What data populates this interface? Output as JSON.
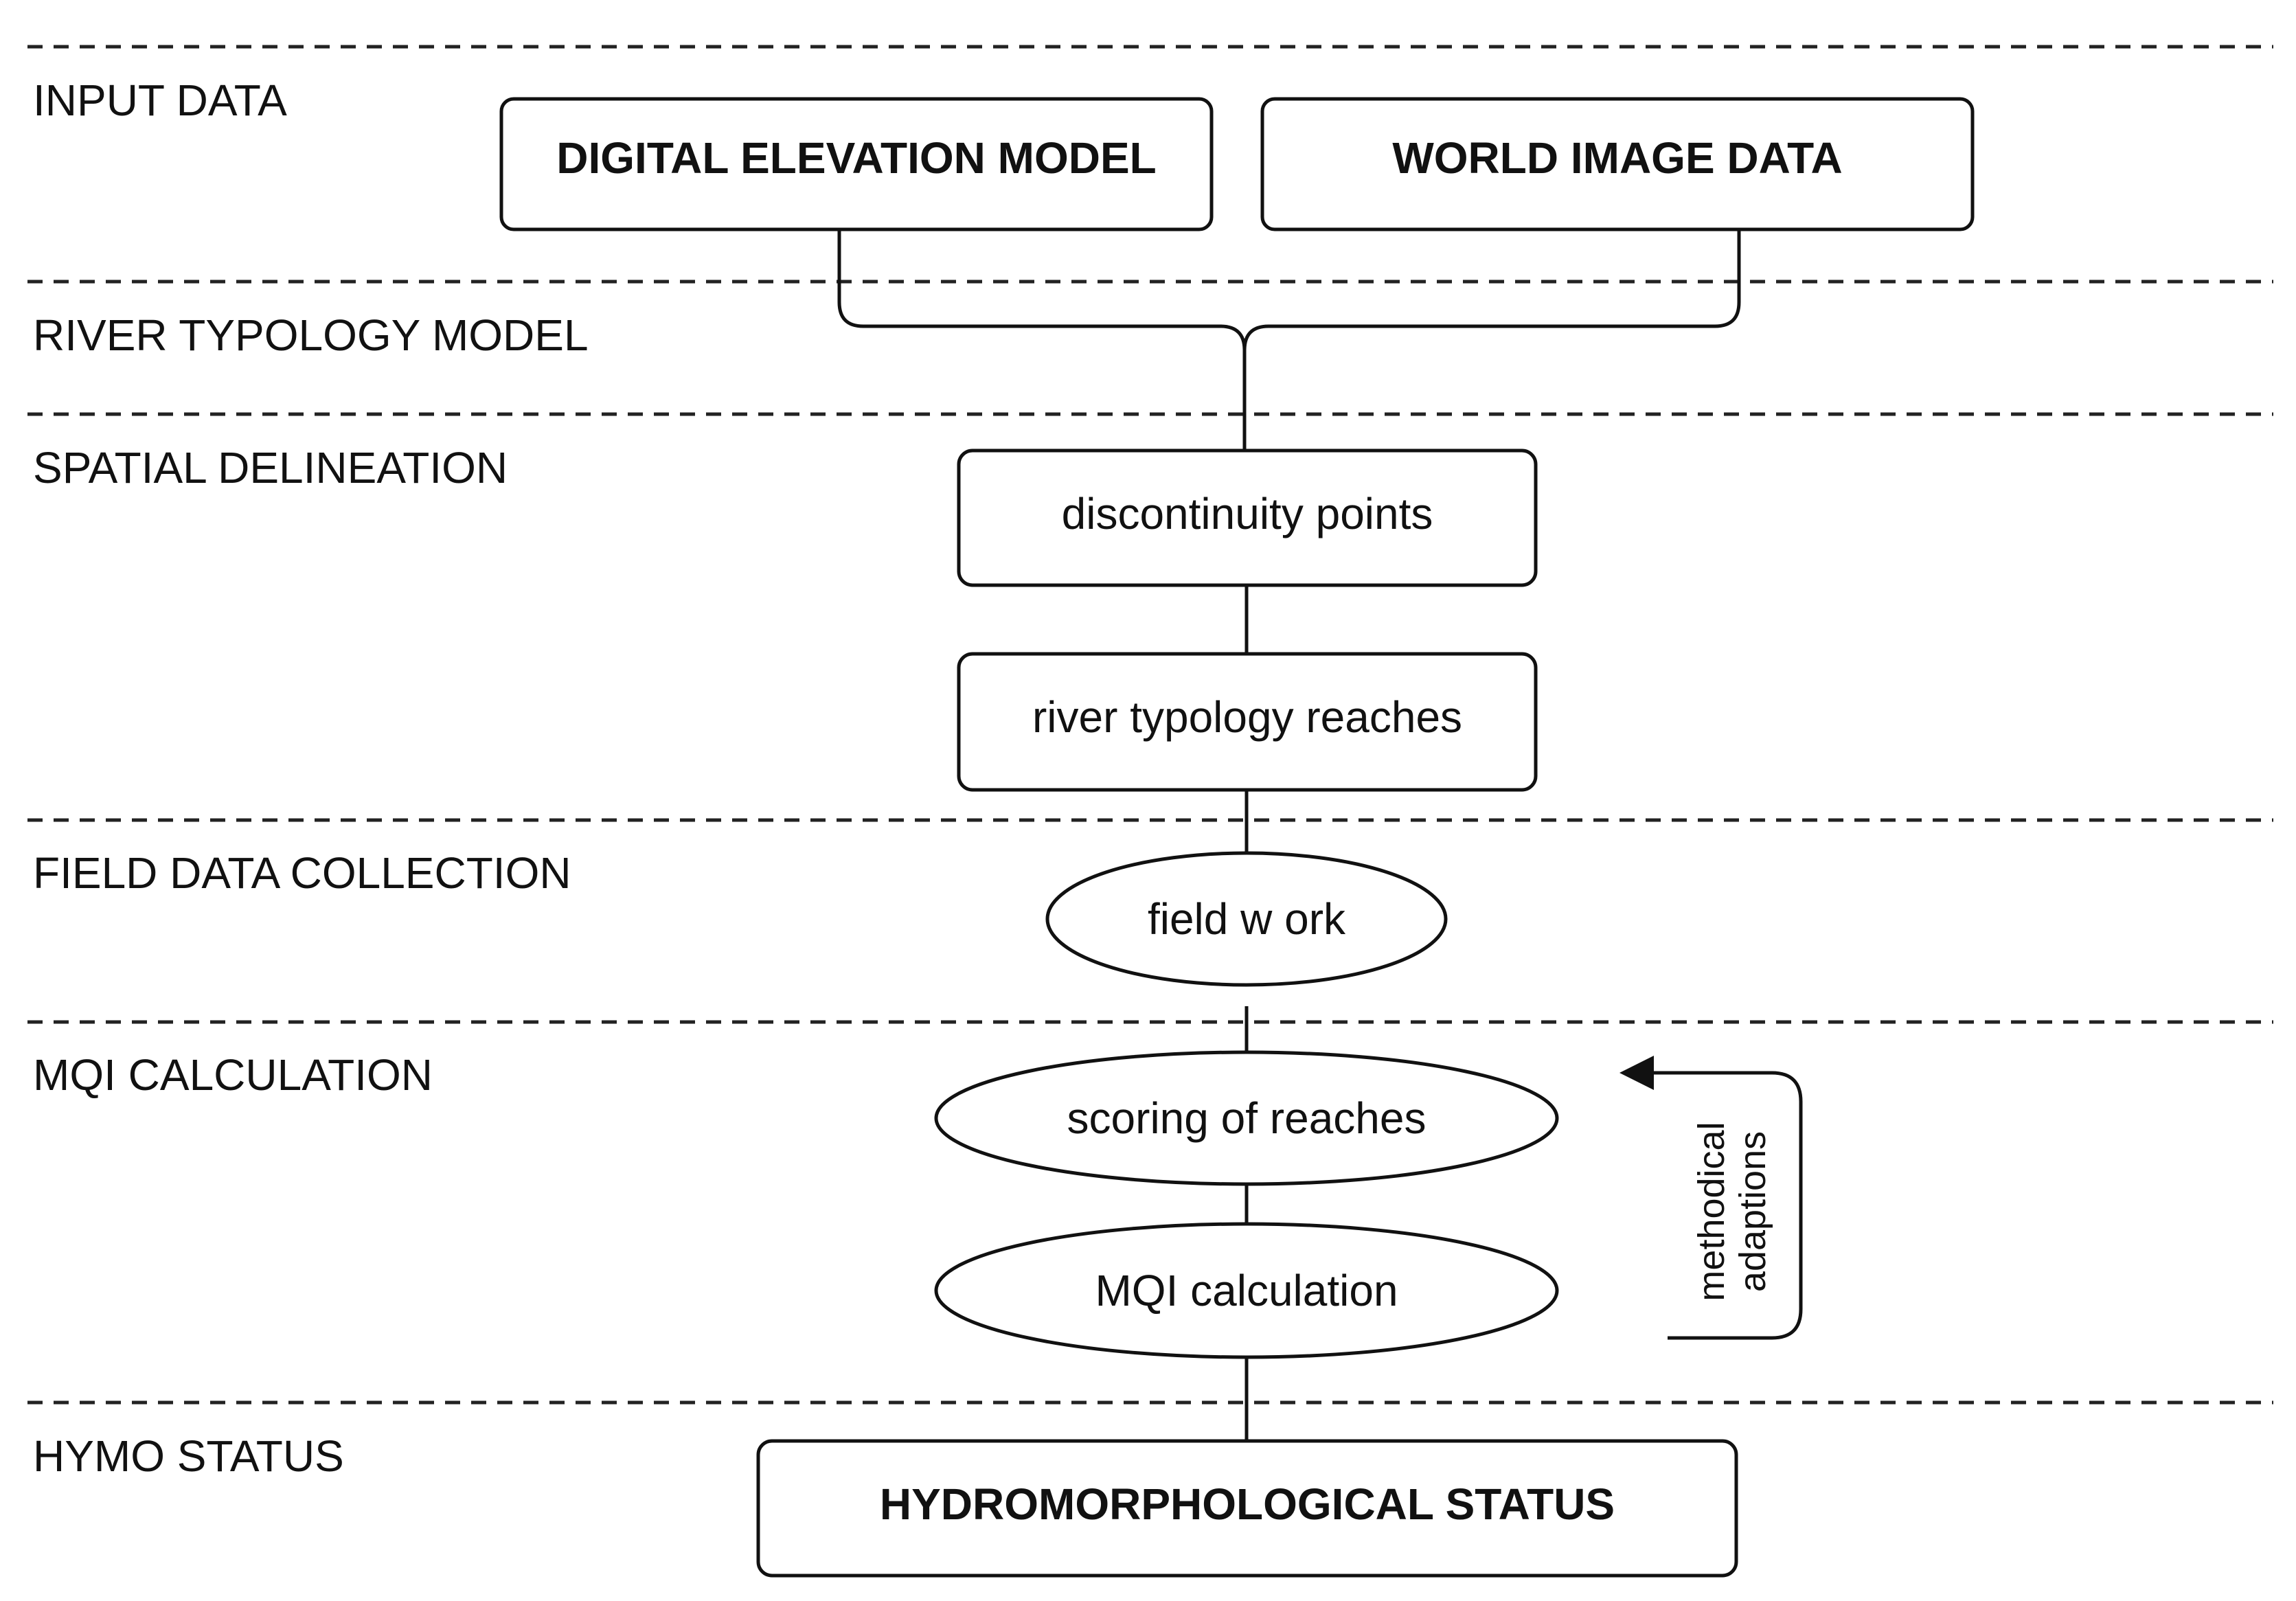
{
  "stages": [
    "INPUT DATA",
    "RIVER TYPOLOGY  MODEL",
    "SPATIAL DELINEATION",
    "FIELD DATA  COLLECTION",
    "MQI CALCULATION",
    "HYMO STATUS"
  ],
  "nodes": {
    "dem": "DIGITAL ELEVATION MODEL",
    "world_image": "WORLD IMAGE DATA",
    "discontinuity": "discontinuity points",
    "reaches": "river typology reaches",
    "field_work": "field w ork",
    "scoring": "scoring of reaches",
    "mqi": "MQI calculation",
    "status": "HYDROMORPHOLOGICAL STATUS"
  },
  "feedback": {
    "line1": "methodical",
    "line2": "adaptions"
  }
}
